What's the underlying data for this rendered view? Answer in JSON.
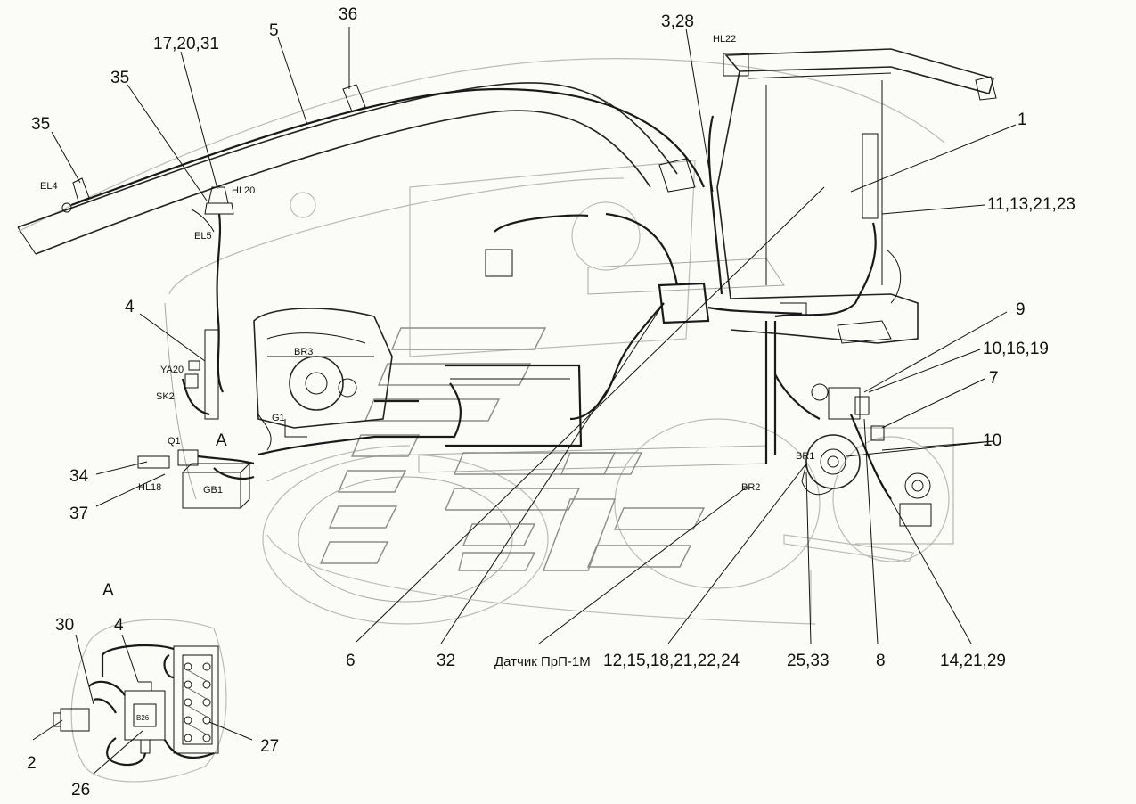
{
  "labels": {
    "n1": "1",
    "n3_28": "3,28",
    "n4": "4",
    "n4b": "4",
    "n5": "5",
    "n6": "6",
    "n7": "7",
    "n8": "8",
    "n9": "9",
    "n10": "10",
    "n10_16_19": "10,16,19",
    "n11_13_21_23": "11,13,21,23",
    "n12_15_18_21_22_24": "12,15,18,21,22,24",
    "n14_21_29": "14,21,29",
    "n17_20_31": "17,20,31",
    "n25_33": "25,33",
    "n26": "26",
    "n27": "27",
    "n2": "2",
    "n30": "30",
    "n32": "32",
    "n34": "34",
    "n35a": "35",
    "n35b": "35",
    "n36": "36",
    "n37": "37",
    "sensor": "Датчик ПрП-1М",
    "viewA": "А",
    "viewA2": "А"
  },
  "components": {
    "HL22": "HL22",
    "HL20": "HL20",
    "HL18": "HL18",
    "EL4": "EL4",
    "EL5": "EL5",
    "YA20": "YA20",
    "SK2": "SK2",
    "BR3": "BR3",
    "BR1": "BR1",
    "BR2": "BR2",
    "G1": "G1",
    "Q1": "Q1",
    "GB1": "GB1",
    "B26": "B26"
  }
}
